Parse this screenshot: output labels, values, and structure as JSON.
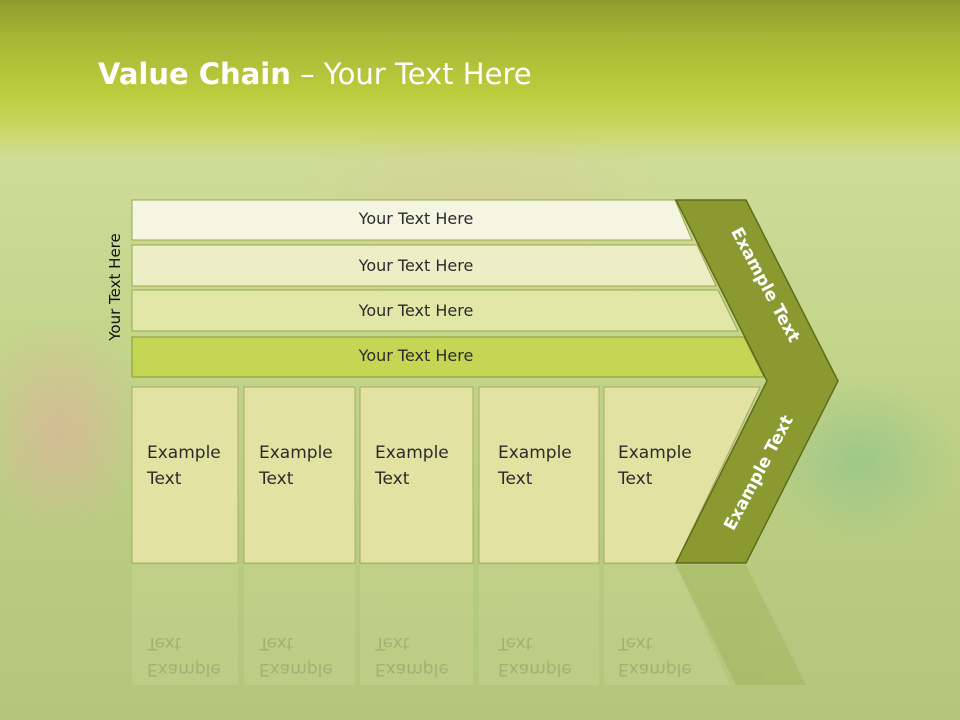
{
  "slide": {
    "title_bold": "Value Chain",
    "title_rest": " – Your Text Here",
    "side_label": "Your Text Here"
  },
  "rows": [
    {
      "label": "Your Text Here"
    },
    {
      "label": "Your Text Here"
    },
    {
      "label": "Your Text Here"
    },
    {
      "label": "Your Text Here"
    }
  ],
  "columns": [
    {
      "label_line1": "Example",
      "label_line2": "Text"
    },
    {
      "label_line1": "Example",
      "label_line2": "Text"
    },
    {
      "label_line1": "Example",
      "label_line2": "Text"
    },
    {
      "label_line1": "Example",
      "label_line2": "Text"
    },
    {
      "label_line1": "Example",
      "label_line2": "Text"
    }
  ],
  "chevron": {
    "upper_label": "Example Text",
    "lower_label": "Example Text"
  },
  "colors": {
    "row1": "#f4f6e2",
    "row2": "#ecefc6",
    "row3": "#e1e8a7",
    "row4": "#c5d654",
    "column_box": "#e2e2a3",
    "chevron": "#8a9a30"
  }
}
